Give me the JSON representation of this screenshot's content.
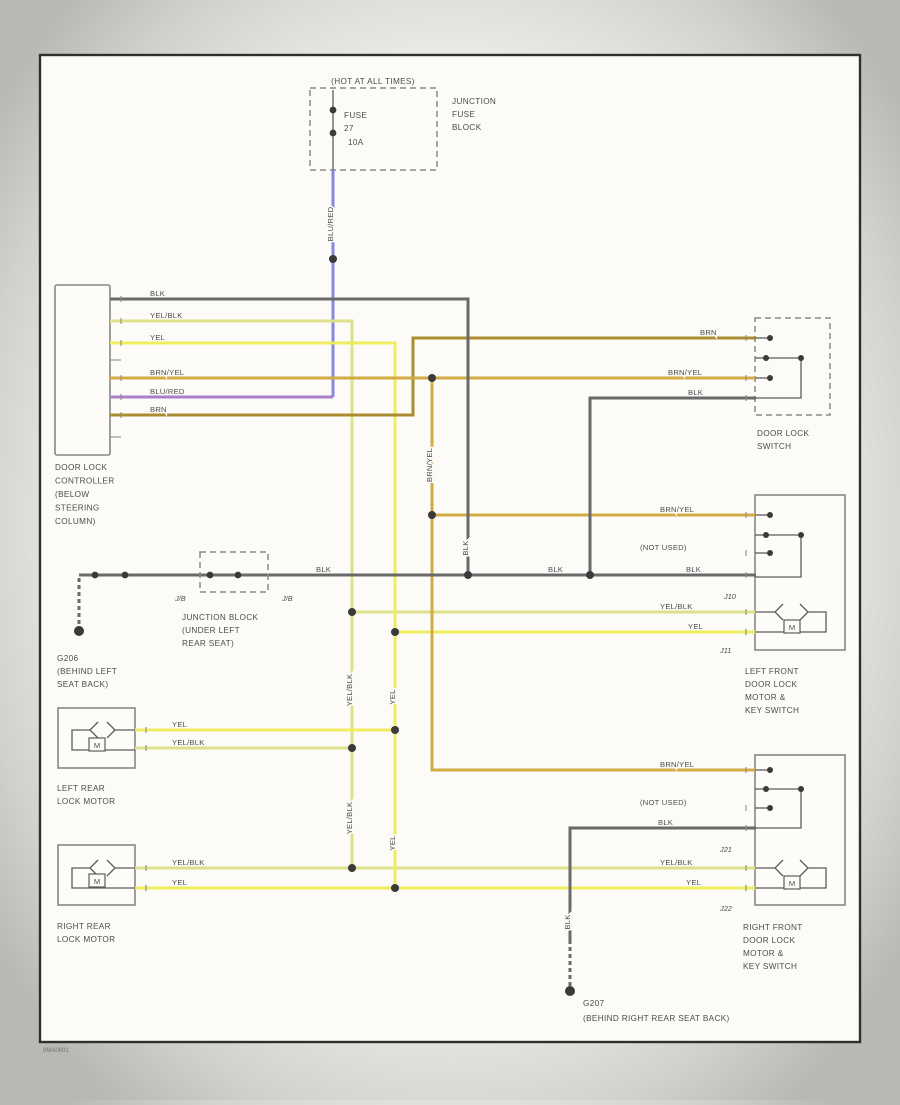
{
  "colors": {
    "blk": "#6a6a6a",
    "yel": "#efec5d",
    "yelblk": "#dde189",
    "brnyel": "#d2ab45",
    "brn": "#ac8c30",
    "blu": "#8788e0",
    "violet": "#a97fc8",
    "dot": "#3a3a3a"
  },
  "wire": {
    "blk": "BLK",
    "yel": "YEL",
    "yelblk": "YEL/BLK",
    "brnyel": "BRN/YEL",
    "brn": "BRN",
    "blured": "BLU/RED",
    "not_used": "(NOT USED)"
  },
  "fuse_block": {
    "hot": "(HOT AT ALL TIMES)",
    "fuse": "FUSE",
    "number": "27",
    "rating": "10A",
    "name1": "JUNCTION",
    "name2": "FUSE",
    "name3": "BLOCK"
  },
  "controller": {
    "l1": "DOOR LOCK",
    "l2": "CONTROLLER",
    "l3": "(BELOW",
    "l4": "STEERING",
    "l5": "COLUMN)"
  },
  "door_lock_switch": {
    "l1": "DOOR LOCK",
    "l2": "SWITCH"
  },
  "junction_block": {
    "l1": "JUNCTION BLOCK",
    "l2": "(UNDER LEFT",
    "l3": "REAR SEAT)",
    "tag": "J/B"
  },
  "grounds": {
    "g206_1": "G206",
    "g206_2": "(BEHIND LEFT",
    "g206_3": "SEAT BACK)",
    "g207_1": "G207",
    "g207_2": "(BEHIND RIGHT REAR SEAT BACK)"
  },
  "motors": {
    "left_rear_1": "LEFT REAR",
    "left_rear_2": "LOCK MOTOR",
    "right_rear_1": "RIGHT REAR",
    "right_rear_2": "LOCK MOTOR",
    "m": "M"
  },
  "front_doors": {
    "left_1": "LEFT FRONT",
    "left_2": "DOOR LOCK",
    "left_3": "MOTOR &",
    "left_4": "KEY SWITCH",
    "right_1": "RIGHT FRONT",
    "right_2": "DOOR LOCK",
    "right_3": "MOTOR &",
    "right_4": "KEY SWITCH"
  },
  "connectors": {
    "j10": "J10",
    "j11": "J11",
    "j21": "J21",
    "j22": "J22"
  },
  "page": {
    "code": "9MA0601"
  }
}
